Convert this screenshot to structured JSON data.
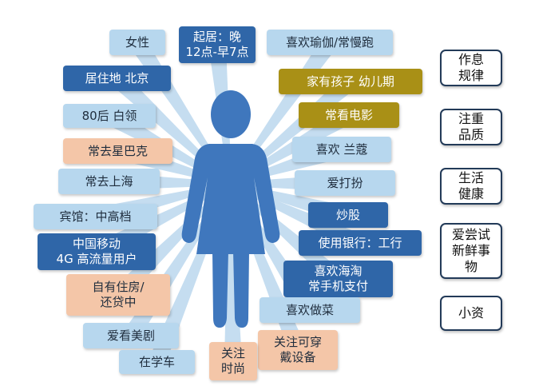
{
  "colors": {
    "figure": "#3f77bd",
    "ray": "#c5ddf0",
    "blue": "#b7d7ee",
    "dark_blue": "#2f66a8",
    "olive": "#a99016",
    "peach": "#f4c6a8",
    "side_border": "#223a58"
  },
  "tags": [
    {
      "text": "女性"
    },
    {
      "text": "起居：晚\n12点-早7点"
    },
    {
      "text": "喜欢瑜伽/常慢跑"
    },
    {
      "text": "居住地 北京"
    },
    {
      "text": "家有孩子  幼儿期"
    },
    {
      "text": "80后 白领"
    },
    {
      "text": "常看电影"
    },
    {
      "text": "常去星巴克"
    },
    {
      "text": "喜欢 兰蔻"
    },
    {
      "text": "常去上海"
    },
    {
      "text": "爱打扮"
    },
    {
      "text": "宾馆：中高档"
    },
    {
      "text": "炒股"
    },
    {
      "text": "中国移动\n4G 高流量用户"
    },
    {
      "text": "使用银行：工行"
    },
    {
      "text": "喜欢海淘\n常手机支付"
    },
    {
      "text": "自有住房/\n还贷中"
    },
    {
      "text": "喜欢做菜"
    },
    {
      "text": "爱看美剧"
    },
    {
      "text": "关注可穿\n戴设备"
    },
    {
      "text": "在学车"
    },
    {
      "text": "关注\n时尚"
    }
  ],
  "side_labels": [
    {
      "text": "作息\n规律"
    },
    {
      "text": "注重\n品质"
    },
    {
      "text": "生活\n健康"
    },
    {
      "text": "爱尝试\n新鲜事\n物"
    },
    {
      "text": "小资"
    }
  ]
}
